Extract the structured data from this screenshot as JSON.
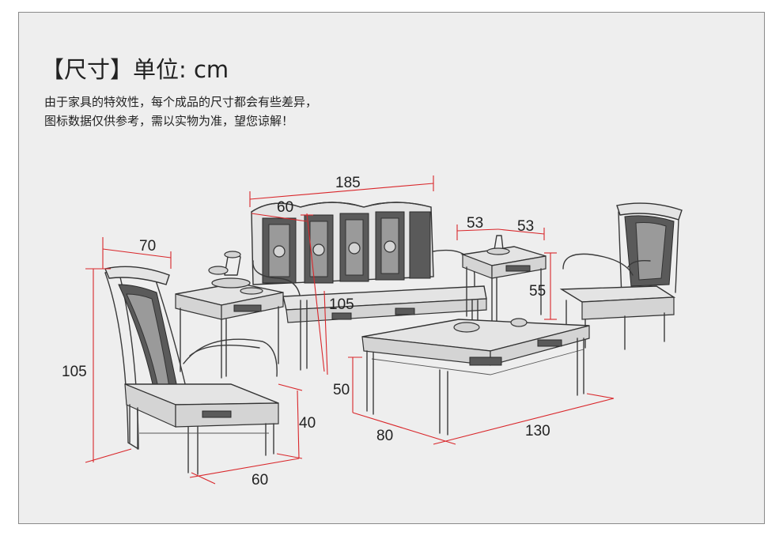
{
  "header": {
    "title": "【尺寸】单位: cm",
    "description_line1": "由于家具的特效性，每个成品的尺寸都会有些差异，",
    "description_line2": "图标数据仅供参考，需以实物为准，望您谅解！"
  },
  "dimensions": {
    "left_chair_depth": "70",
    "left_chair_height": "105",
    "left_chair_width": "60",
    "left_chair_seat_height": "40",
    "sofa_width": "185",
    "sofa_depth": "60",
    "sofa_height": "105",
    "sofa_seat_height": "50",
    "side_table_width": "53",
    "side_table_depth": "53",
    "side_table_height": "55",
    "coffee_table_depth": "80",
    "coffee_table_width": "130"
  }
}
